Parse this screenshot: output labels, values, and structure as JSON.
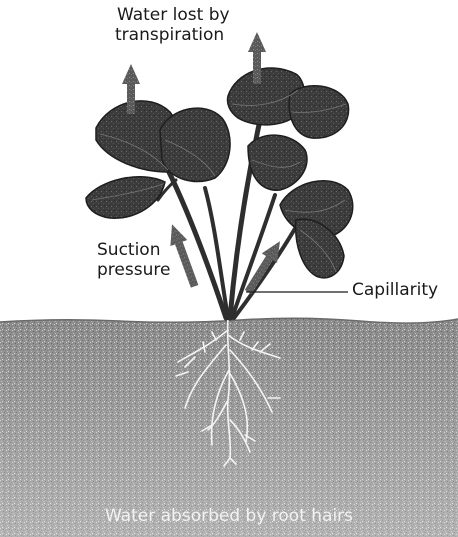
{
  "diagram": {
    "labels": {
      "transpiration_line1": "Water lost by",
      "transpiration_line2": "transpiration",
      "suction_line1": "Suction",
      "suction_line2": "pressure",
      "capillarity": "Capillarity",
      "root_hairs": "Water absorbed by root hairs"
    },
    "colors": {
      "leaf": "#3a3a3a",
      "soil": "#8a8a8a",
      "arrow": "#5a5a5a",
      "text": "#1a1a1a"
    }
  }
}
